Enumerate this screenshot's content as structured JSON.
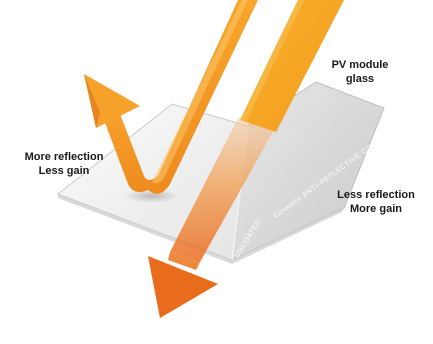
{
  "labels": {
    "pv_module_line1": "PV module",
    "pv_module_line2": "glass",
    "left_line1": "More reflection",
    "left_line2": "Less gain",
    "right_line1": "Less reflection",
    "right_line2": "More gain"
  },
  "glass_text": {
    "uncoated": "UNCOATED",
    "coated": "Covestro ANTI-REFLECTIVE COATING"
  },
  "colors": {
    "orange_light": "#f7a326",
    "orange_mid": "#f08a1e",
    "orange_dark": "#e46a1a",
    "glass_light": "#f3f3f3",
    "glass_dark": "#d8d8d8"
  },
  "icons": {
    "incoming": "down-arrow",
    "reflected": "up-arrow",
    "transmitted": "down-arrow"
  }
}
